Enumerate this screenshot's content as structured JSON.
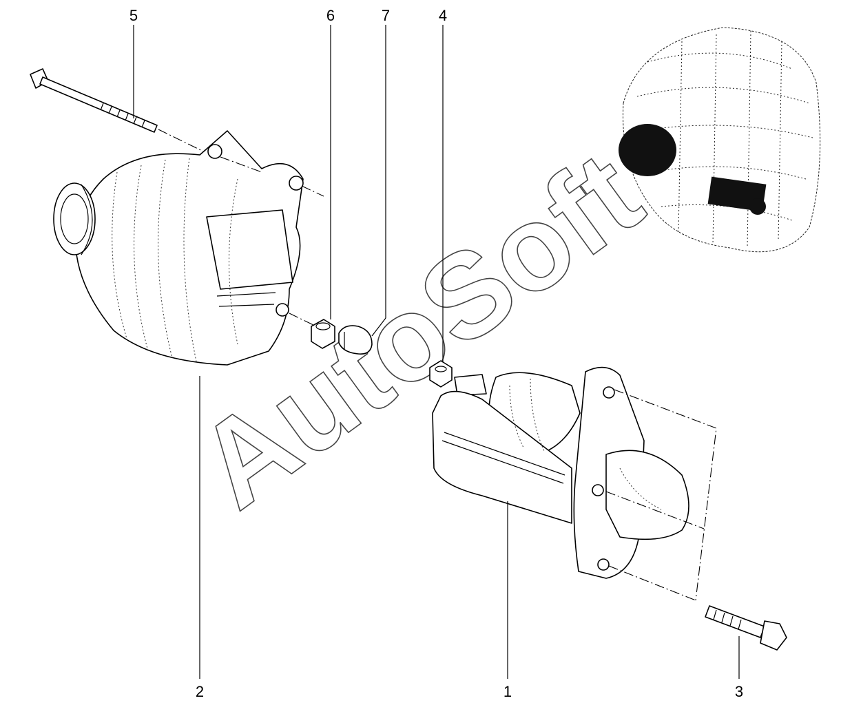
{
  "watermark": {
    "text": "AutoSoft"
  },
  "callouts": [
    {
      "id": "c5",
      "label": "5"
    },
    {
      "id": "c6",
      "label": "6"
    },
    {
      "id": "c7",
      "label": "7"
    },
    {
      "id": "c4",
      "label": "4"
    },
    {
      "id": "c2",
      "label": "2"
    },
    {
      "id": "c1",
      "label": "1"
    },
    {
      "id": "c3",
      "label": "3"
    }
  ]
}
